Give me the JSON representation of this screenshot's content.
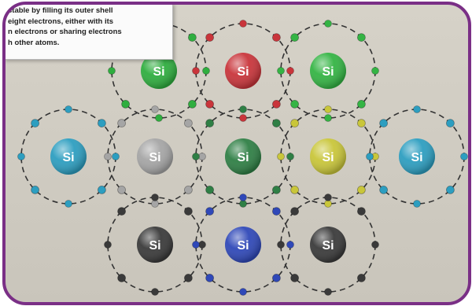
{
  "caption_lines": [
    "stable by filling its outer shell",
    "eight electrons, either with its",
    "n electrons or sharing electrons",
    "h other atoms."
  ],
  "atom_symbol": "Si",
  "atoms": [
    {
      "id": "top-left",
      "color": "#2fae3f"
    },
    {
      "id": "top-center",
      "color": "#c9353b"
    },
    {
      "id": "top-right",
      "color": "#34b444"
    },
    {
      "id": "mid-far-left",
      "color": "#2d9ec0"
    },
    {
      "id": "mid-left",
      "color": "#a5a5a5"
    },
    {
      "id": "mid-center",
      "color": "#2f7f45"
    },
    {
      "id": "mid-right",
      "color": "#c9c63a"
    },
    {
      "id": "mid-far-right",
      "color": "#2d9ec0"
    },
    {
      "id": "bottom-left",
      "color": "#3a3a3a"
    },
    {
      "id": "bottom-center",
      "color": "#2f48b8"
    },
    {
      "id": "bottom-right",
      "color": "#3a3a3a"
    }
  ],
  "colors": {
    "frame": "#7a2f86",
    "orbit": "#333333"
  }
}
